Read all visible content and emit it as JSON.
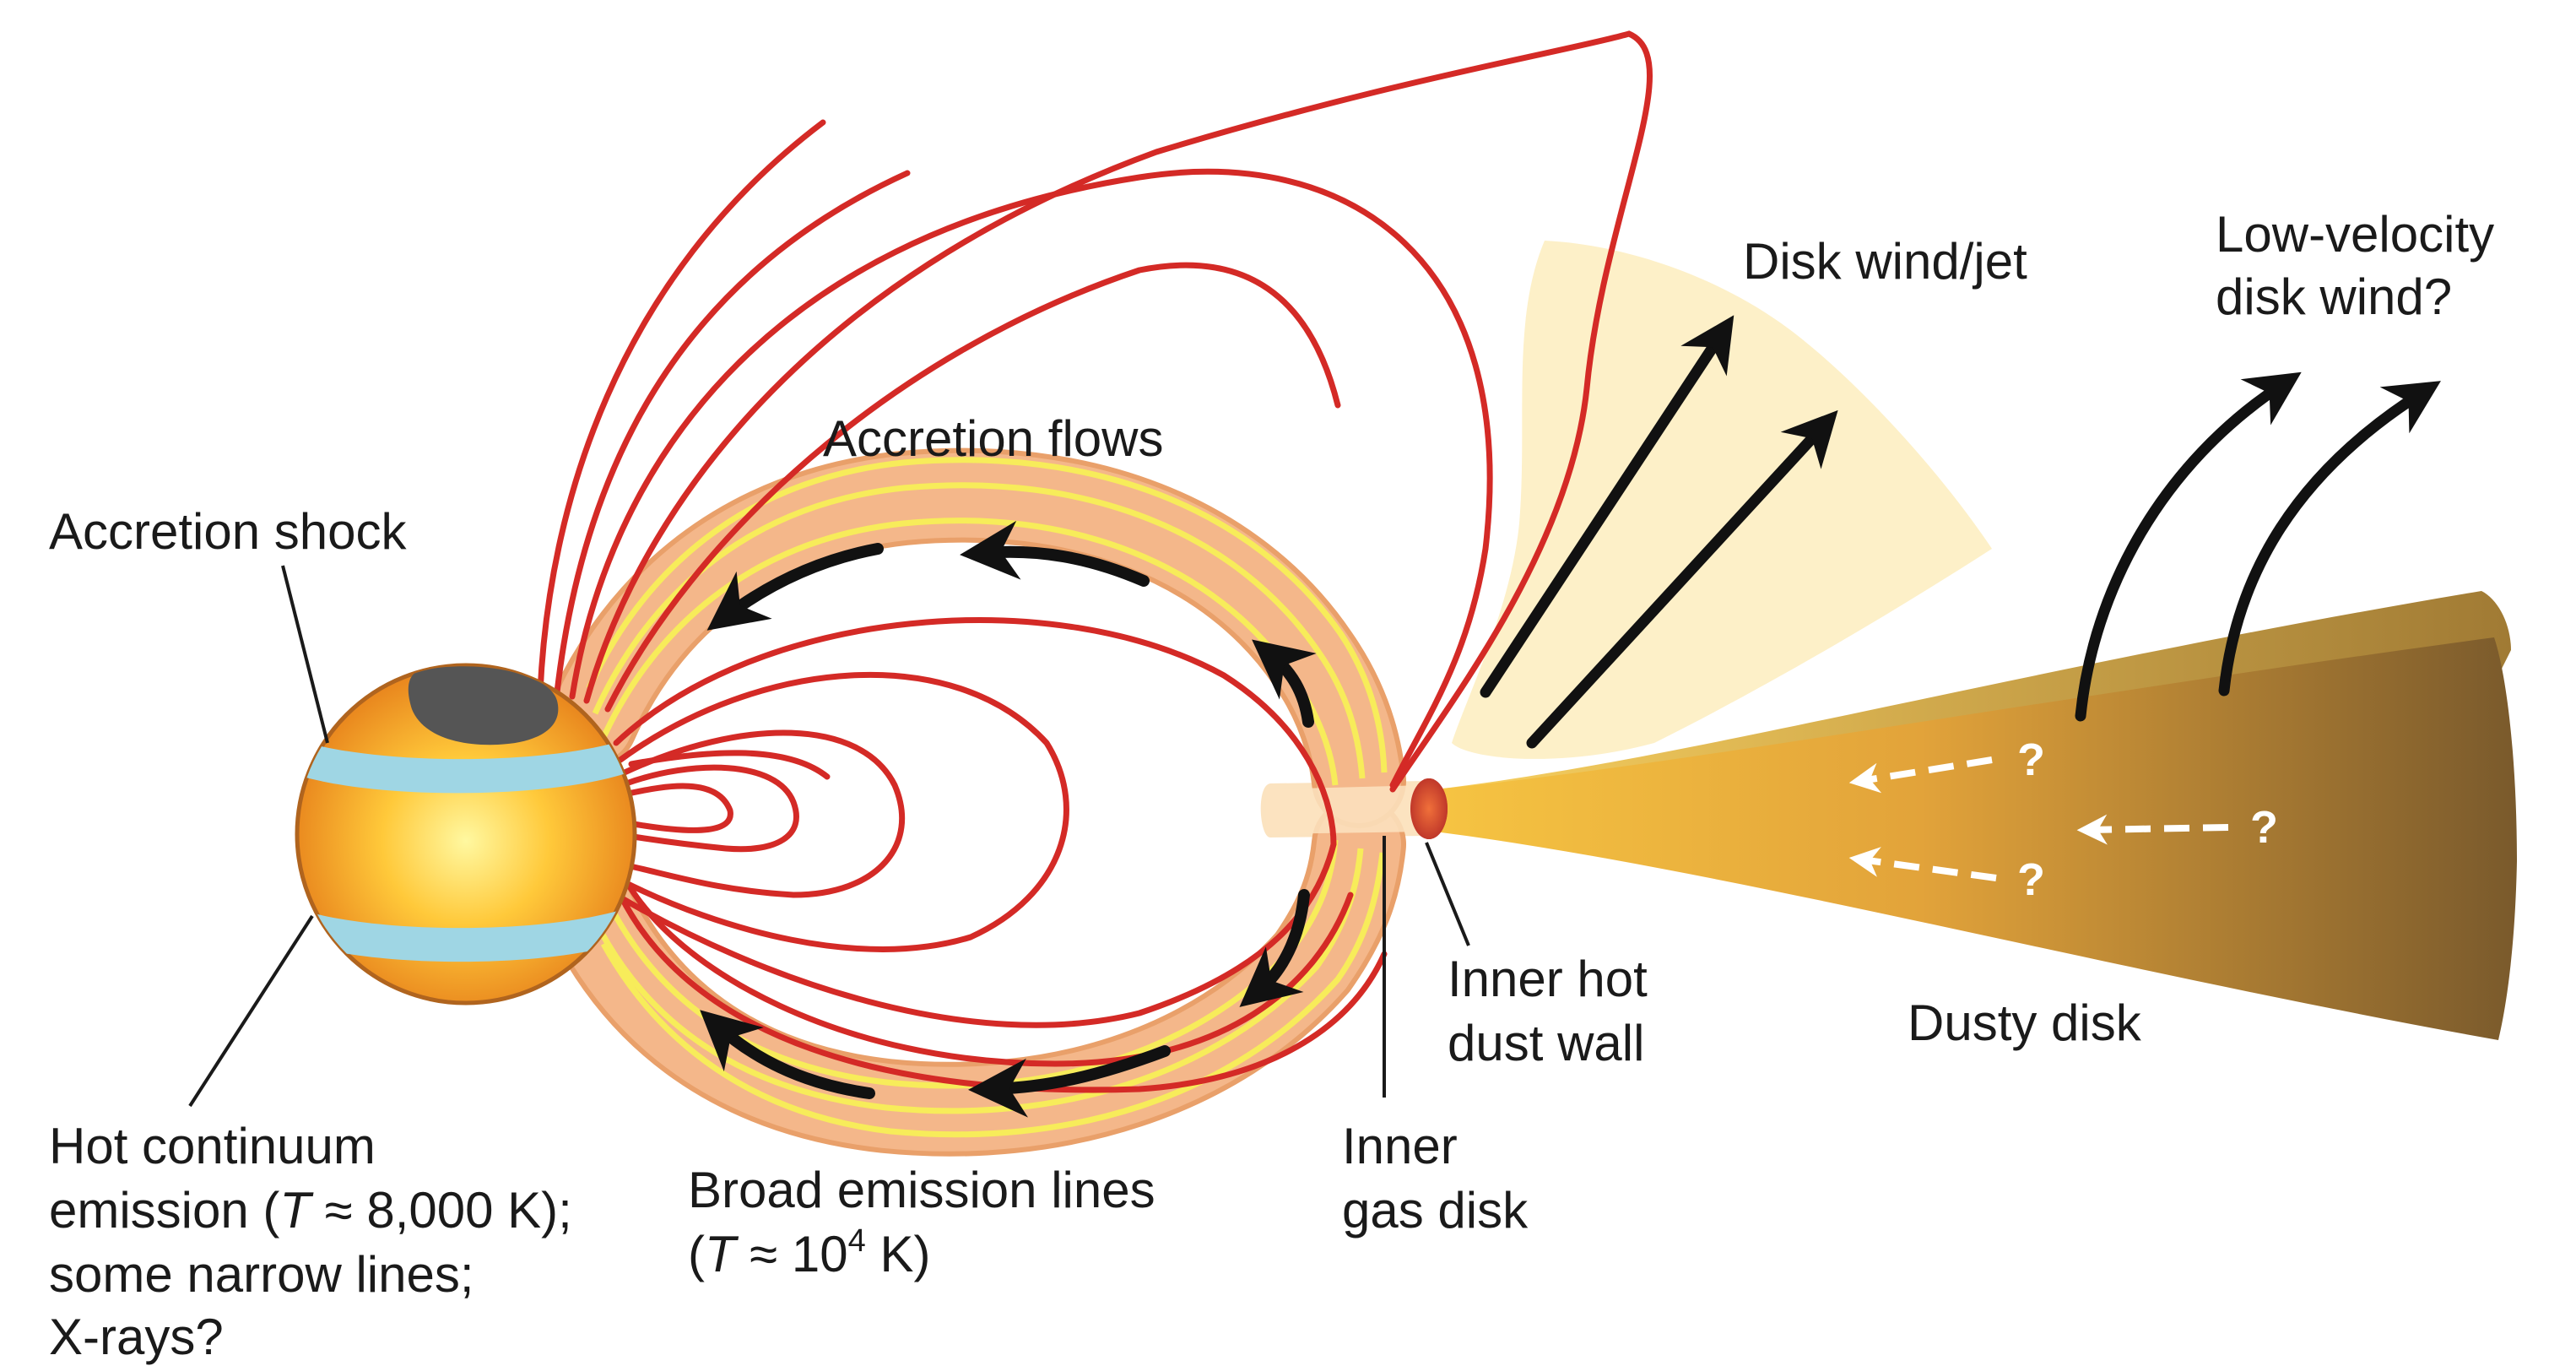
{
  "labels": {
    "accretion_shock": "Accretion shock",
    "accretion_flows": "Accretion flows",
    "disk_wind_jet": "Disk wind/jet",
    "low_velocity_line1": "Low-velocity",
    "low_velocity_line2": "disk wind?",
    "inner_hot_line1": "Inner hot",
    "inner_hot_line2": "dust wall",
    "dusty_disk": "Dusty disk",
    "inner_gas_line1": "Inner",
    "inner_gas_line2": "gas disk",
    "hot_cont_line1": "Hot continuum",
    "hot_cont_line2_a": "emission (",
    "hot_cont_line2_T": "T",
    "hot_cont_line2_b": " ≈ 8,000 K);",
    "hot_cont_line3": "some narrow lines;",
    "hot_cont_line4": "X-rays?",
    "broad_line1": "Broad emission lines",
    "broad_line2_a": "(",
    "broad_line2_T": "T",
    "broad_line2_b": " ≈ 10",
    "broad_line2_sup": "4",
    "broad_line2_c": " K)"
  },
  "question_marks": [
    "?",
    "?",
    "?"
  ],
  "colors": {
    "field_lines": "#d42a26",
    "star_core": "#ffe36a",
    "star_edge": "#e8891c",
    "shock_band": "#9fd6e4",
    "starspot": "#555555",
    "wind_cone": "#fdf0c8",
    "disk_inner": "#f5c24a",
    "disk_outer": "#7b5a2a",
    "accretion_flow": "#f2b27c",
    "accretion_stripe": "#f7ec5a",
    "arrow_black": "#111111",
    "arrow_white": "#ffffff"
  }
}
